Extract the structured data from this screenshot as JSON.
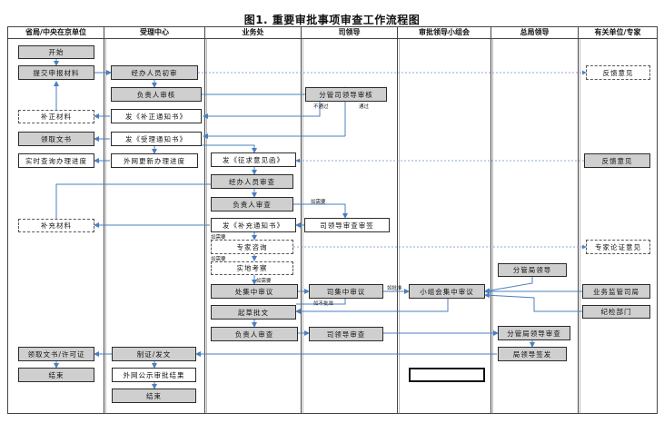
{
  "title": "图1. 重要审批事项审查工作流程图",
  "lanes": [
    "省局/中央在京单位",
    "受理中心",
    "业务处",
    "司领导",
    "审批领导小组会",
    "总局领导",
    "有关单位/专家"
  ],
  "nodes": {
    "start": "开始",
    "submit": "提交申报材料",
    "first_review": "经办人员初审",
    "feedback1": "反馈意见",
    "principal_review": "负责人审核",
    "dept_leader_review": "分管司领导审核",
    "supplement_materials": "补正材料",
    "issue_supplement_notice": "发《补正通知书》",
    "receive_doc": "领取文书",
    "issue_accept_notice": "发《受理通知书》",
    "query_progress": "实时查询办理进度",
    "update_progress": "外网更新办理进度",
    "issue_opinion_letter": "发《征求意见函》",
    "feedback2": "反馈意见",
    "handler_review": "经办人员审查",
    "principal_review2": "负责人审查",
    "add_materials": "补充材料",
    "issue_add_notice": "发《补充通知书》",
    "leader_review_sign": "司领导审查审签",
    "expert_consult": "专家咨询",
    "expert_opinion": "专家论证意见",
    "field_inspection": "实地考察",
    "division_review": "处集中审议",
    "dept_review": "司集中审议",
    "group_review": "小组会集中审议",
    "bureau_leader": "分管局领导",
    "supervision_dept": "业务监管司局",
    "discipline_dept": "纪检部门",
    "draft_doc": "起草批文",
    "principal_review3": "负责人审查",
    "leader_review": "司领导审查",
    "bureau_leader_review": "分管局领导审查",
    "collect_license": "领取文书/许可证",
    "make_cert": "制证/发文",
    "bureau_leader_sign": "局领导签发",
    "end1": "结束",
    "publish_result": "外网公示审批结果",
    "end2": "结束"
  },
  "labels": {
    "not_passed": "不通过",
    "passed": "通过",
    "if_needed1": "如需要",
    "if_needed2": "如需要",
    "if_needed3": "如需要",
    "if_needed4": "如需要",
    "if_approved": "如批准",
    "not_approved": "如不批准"
  }
}
